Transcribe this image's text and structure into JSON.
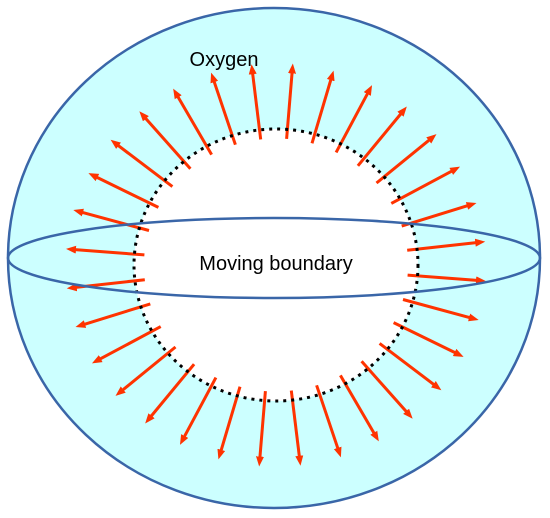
{
  "labels": {
    "outer_region": "Oxygen",
    "inner_boundary": "Moving boundary"
  },
  "arrow_count": 32,
  "colors": {
    "sphere_fill": "#ccffff",
    "sphere_stroke": "#3a66a8",
    "arrow": "#ff3300",
    "boundary_dots": "#000000",
    "inner_fill": "#ffffff"
  }
}
